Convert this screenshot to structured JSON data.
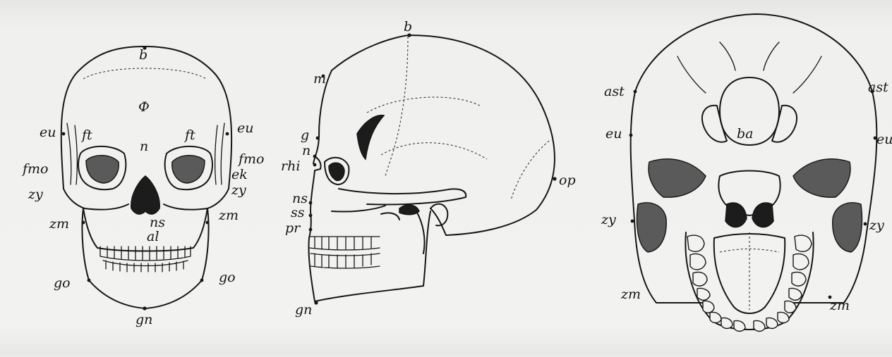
{
  "labels": {
    "frontal": {
      "b": "b",
      "sym": "Ф",
      "n": "n",
      "ns": "ns",
      "al": "al",
      "gn": "gn",
      "left": [
        "eu",
        "ft",
        "fmo",
        "zy",
        "zm",
        "go"
      ],
      "right": [
        "eu",
        "ft",
        "fmo",
        "ek",
        "zy",
        "zm",
        "go"
      ]
    },
    "lateral": {
      "b": "b",
      "m": "m",
      "g": "g",
      "n": "n",
      "rhi": "rhi",
      "ns": "ns",
      "ss": "ss",
      "pr": "pr",
      "gn": "gn",
      "op": "op"
    },
    "basal": {
      "ba": "ba",
      "left": [
        "ast",
        "eu",
        "zy",
        "zm"
      ],
      "right": [
        "ast",
        "eu",
        "zy",
        "zm"
      ]
    }
  }
}
